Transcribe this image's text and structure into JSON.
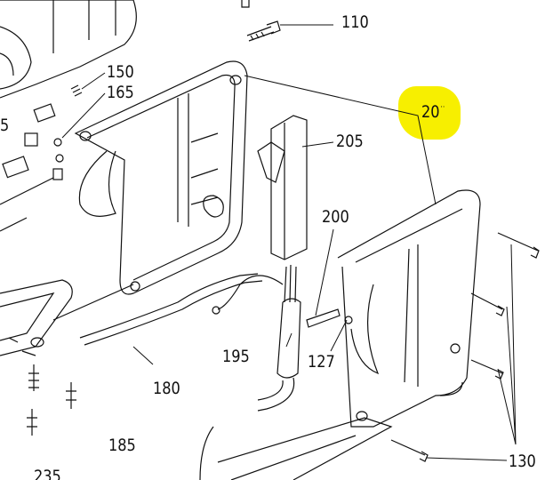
{
  "diagram": {
    "highlight_color": "#f7ef00",
    "callouts": [
      {
        "id": "110",
        "label": "110"
      },
      {
        "id": "150",
        "label": "150"
      },
      {
        "id": "165",
        "label": "165"
      },
      {
        "id": "5",
        "label": "5"
      },
      {
        "id": "205",
        "label": "205"
      },
      {
        "id": "20",
        "label": "20",
        "marker": "··"
      },
      {
        "id": "200",
        "label": "200"
      },
      {
        "id": "195",
        "label": "195"
      },
      {
        "id": "127",
        "label": "127"
      },
      {
        "id": "180",
        "label": "180"
      },
      {
        "id": "185",
        "label": "185"
      },
      {
        "id": "235",
        "label": "235"
      },
      {
        "id": "130",
        "label": "130"
      }
    ]
  }
}
